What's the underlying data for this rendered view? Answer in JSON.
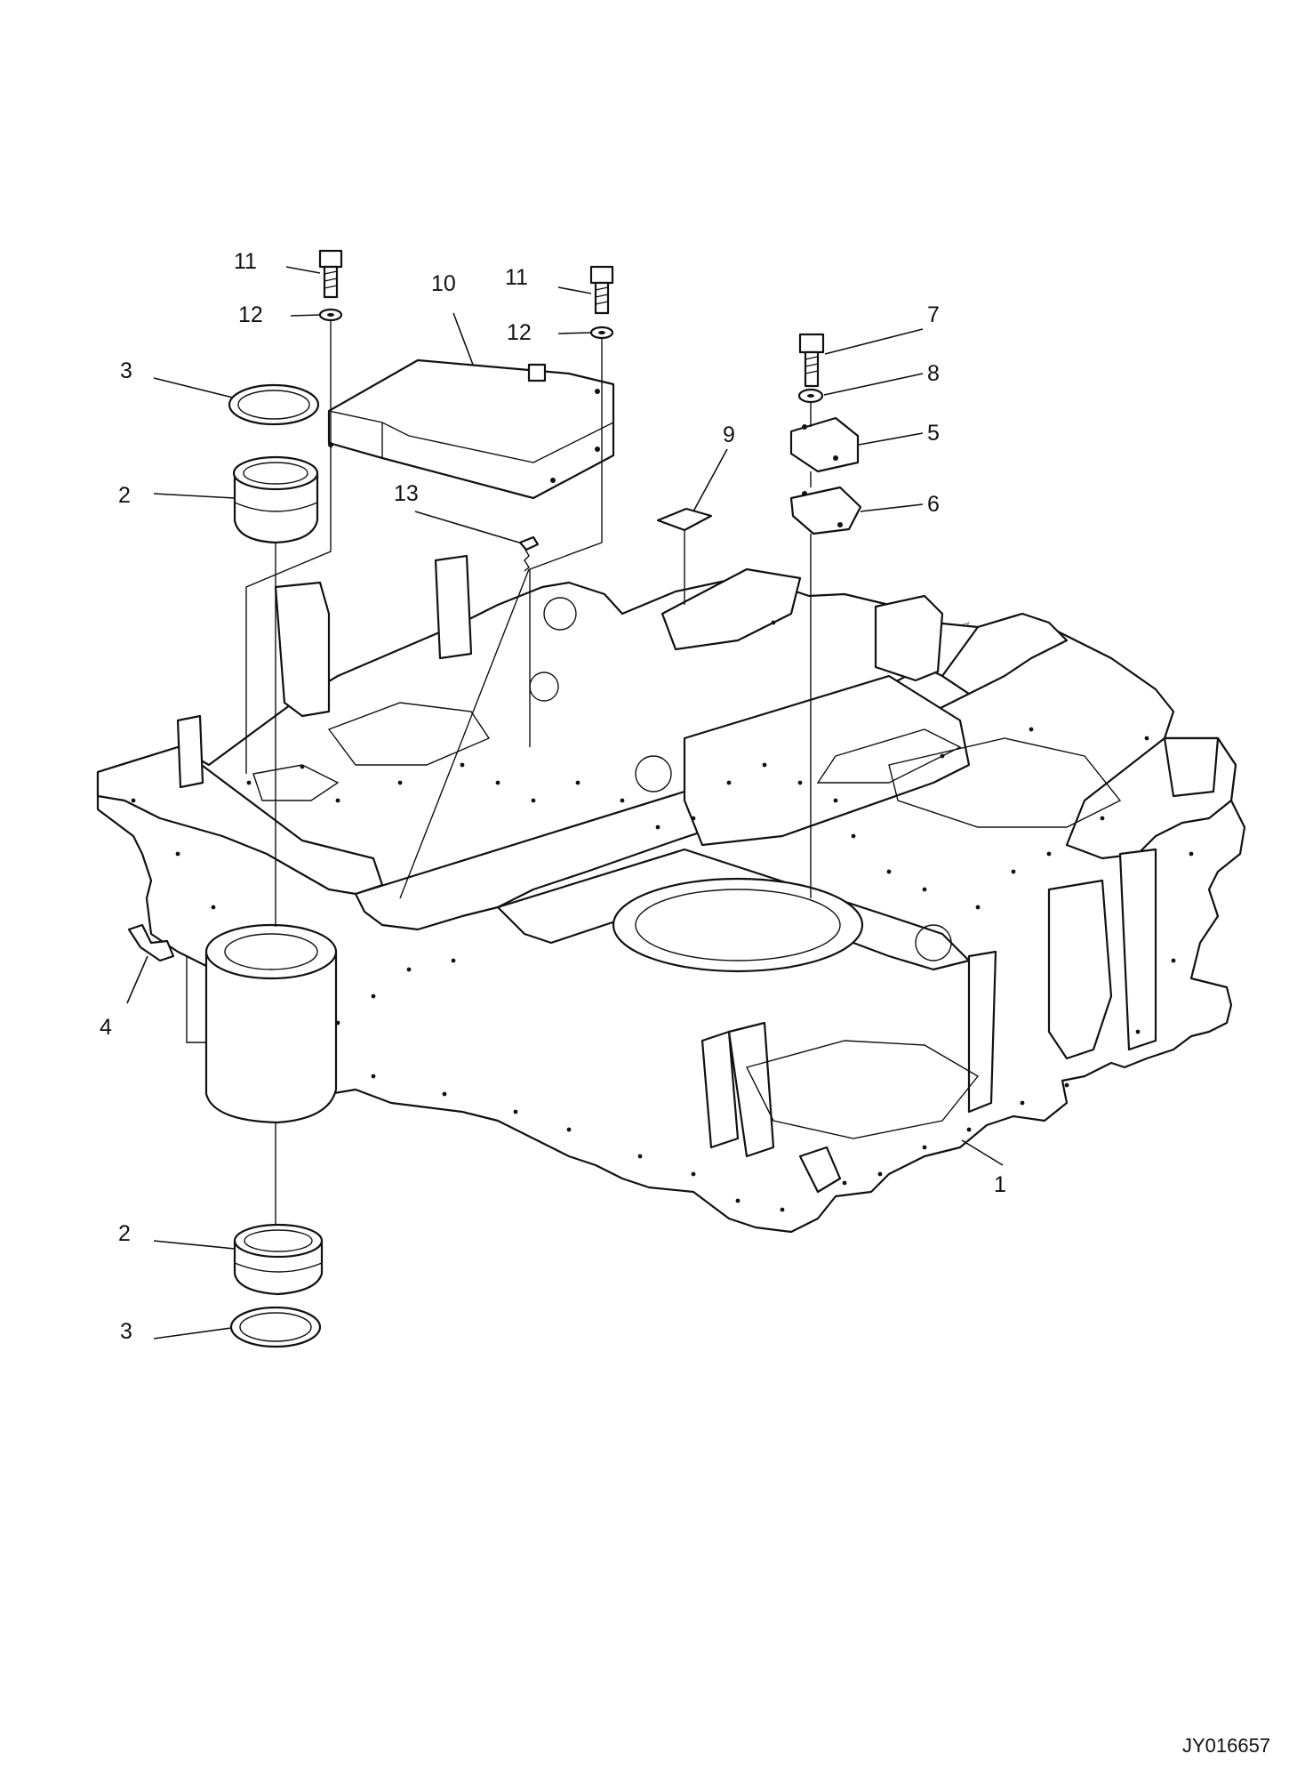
{
  "drawing_id": "JY016657",
  "callouts": [
    {
      "id": "c1",
      "label": "1"
    },
    {
      "id": "c2a",
      "label": "2"
    },
    {
      "id": "c2b",
      "label": "2"
    },
    {
      "id": "c3a",
      "label": "3"
    },
    {
      "id": "c3b",
      "label": "3"
    },
    {
      "id": "c4",
      "label": "4"
    },
    {
      "id": "c5",
      "label": "5"
    },
    {
      "id": "c6",
      "label": "6"
    },
    {
      "id": "c7",
      "label": "7"
    },
    {
      "id": "c8",
      "label": "8"
    },
    {
      "id": "c9",
      "label": "9"
    },
    {
      "id": "c10",
      "label": "10"
    },
    {
      "id": "c11a",
      "label": "11"
    },
    {
      "id": "c11b",
      "label": "11"
    },
    {
      "id": "c12a",
      "label": "12"
    },
    {
      "id": "c12b",
      "label": "12"
    },
    {
      "id": "c13",
      "label": "13"
    }
  ]
}
